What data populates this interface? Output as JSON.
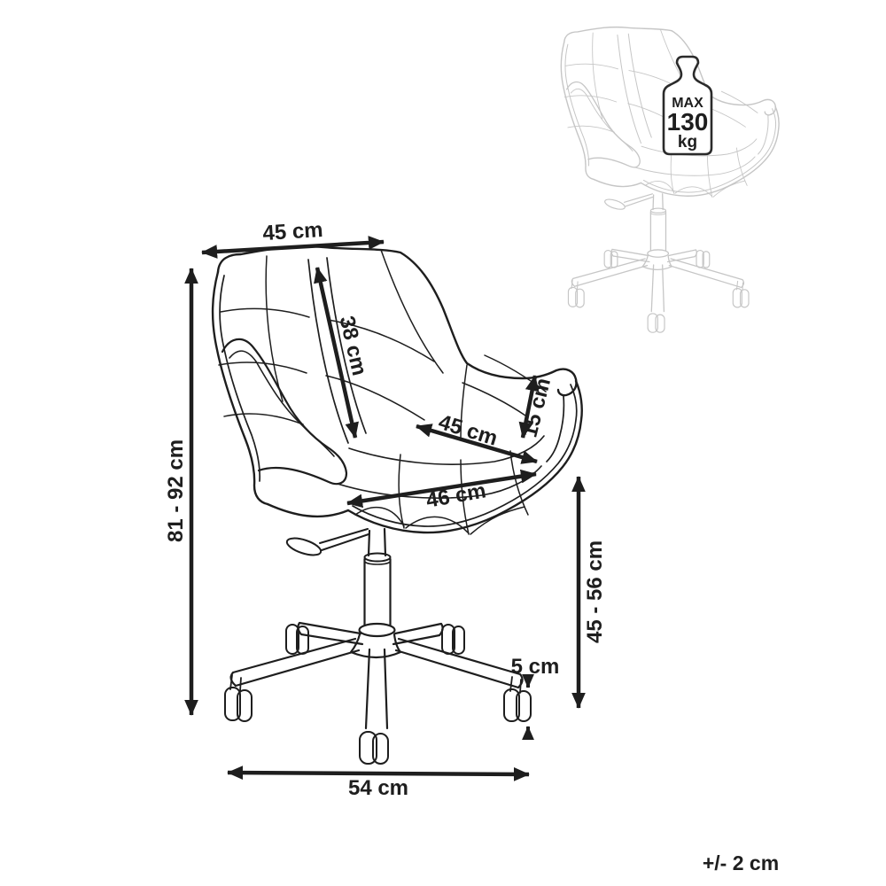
{
  "dimensions": {
    "backrest_width": "45 cm",
    "overall_height": "81 - 92 cm",
    "backrest_height": "38 cm",
    "seat_depth": "45 cm",
    "armrest_height": "15 cm",
    "seat_width": "46 cm",
    "seat_height_range": "45 - 56 cm",
    "caster_height": "5 cm",
    "base_width": "54 cm"
  },
  "max_load": {
    "prefix": "MAX",
    "value": "130",
    "unit": "kg"
  },
  "tolerance_note": "+/- 2 cm",
  "colors": {
    "line": "#1e1e1e",
    "ghost_line": "#c6c6c6",
    "background": "#ffffff"
  }
}
